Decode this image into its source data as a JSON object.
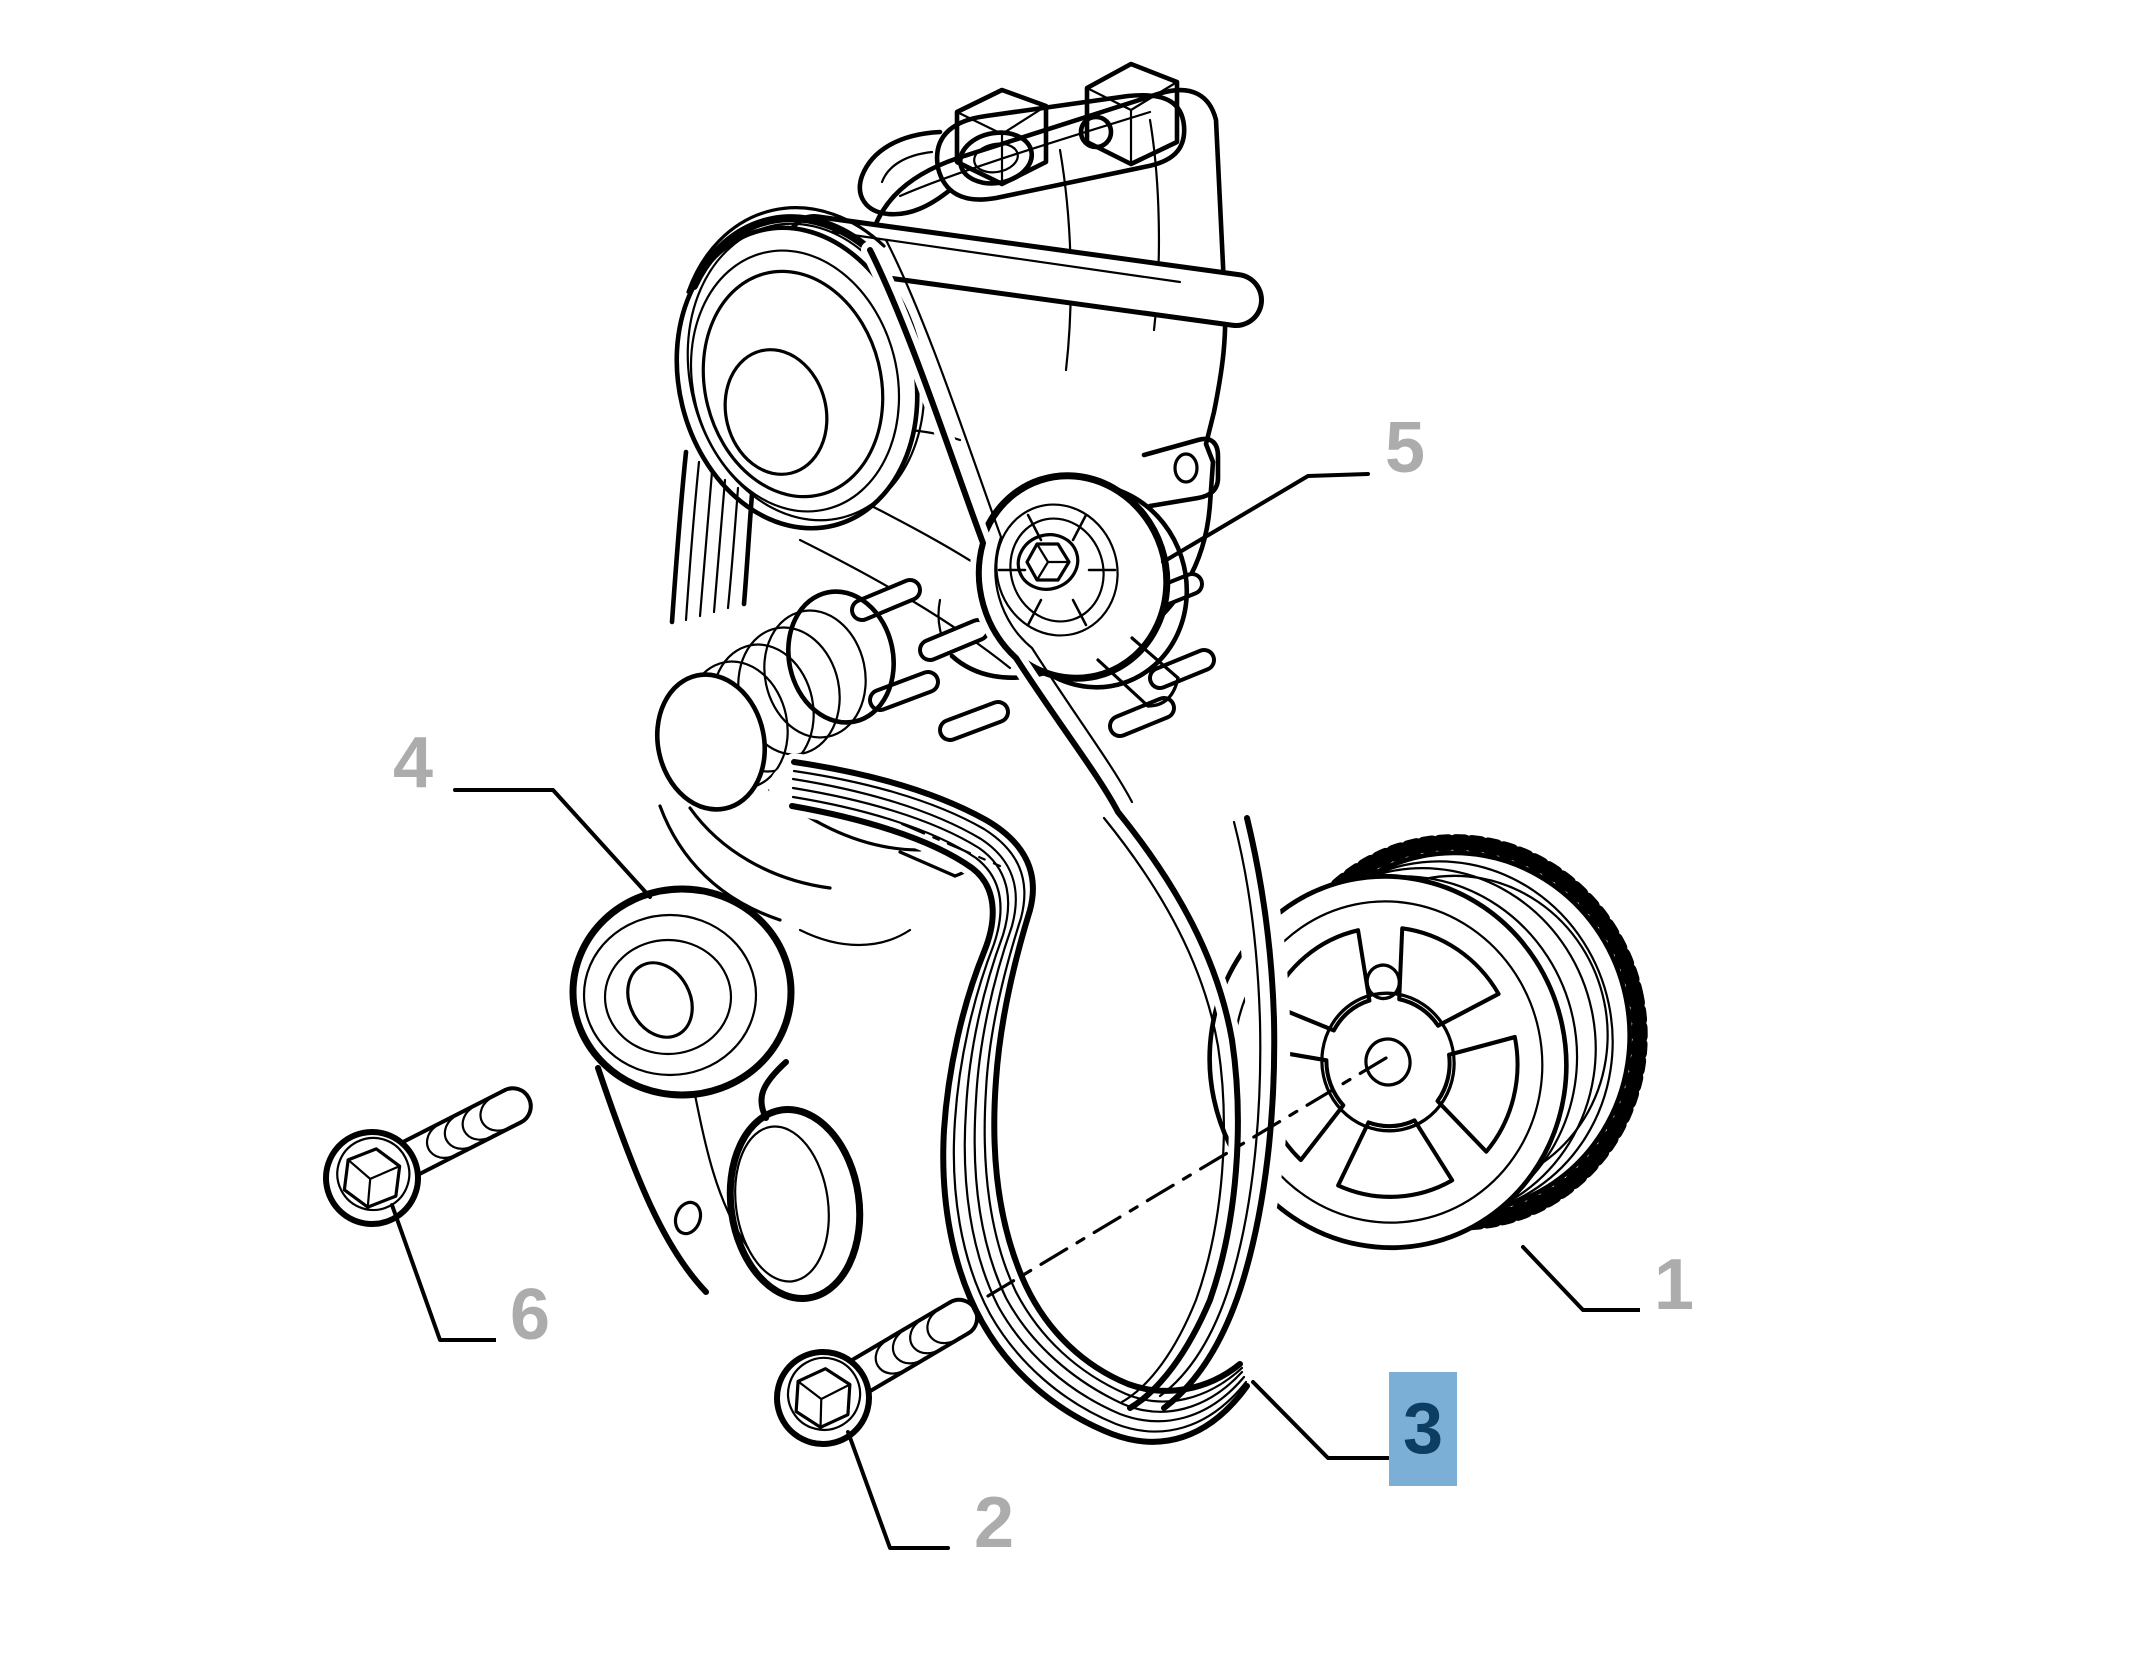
{
  "figure": {
    "kind": "exploded-parts-line-drawing",
    "background_color": "#FFFFFF",
    "line_color": "#000000",
    "callout_color": "#ACACAC",
    "highlight": {
      "number": "3",
      "box_color": "#7CAFD6",
      "text_color": "#0D3E61"
    },
    "callouts": [
      {
        "number": "1",
        "highlighted": false
      },
      {
        "number": "2",
        "highlighted": false
      },
      {
        "number": "3",
        "highlighted": true
      },
      {
        "number": "4",
        "highlighted": false
      },
      {
        "number": "5",
        "highlighted": false
      },
      {
        "number": "6",
        "highlighted": false
      }
    ]
  }
}
